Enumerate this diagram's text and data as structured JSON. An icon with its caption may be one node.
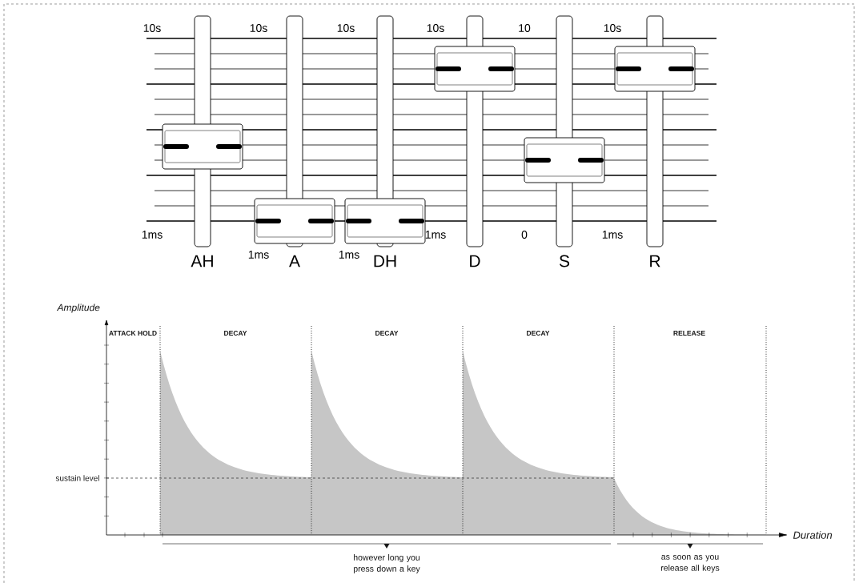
{
  "diagram": {
    "labels": [
      "10s",
      "10s",
      "10s",
      "10s",
      "10",
      "10s",
      "1ms",
      "1ms",
      "1ms",
      "1ms",
      "0",
      "1ms",
      "AH",
      "A",
      "DH",
      "D",
      "S",
      "R",
      "Amplitude",
      "ATTACK HOLD",
      "DECAY",
      "DECAY",
      "DECAY",
      "RELEASE",
      "sustain level",
      "Duration",
      "however long you press down a key",
      "as soon as you release all keys"
    ]
  }
}
